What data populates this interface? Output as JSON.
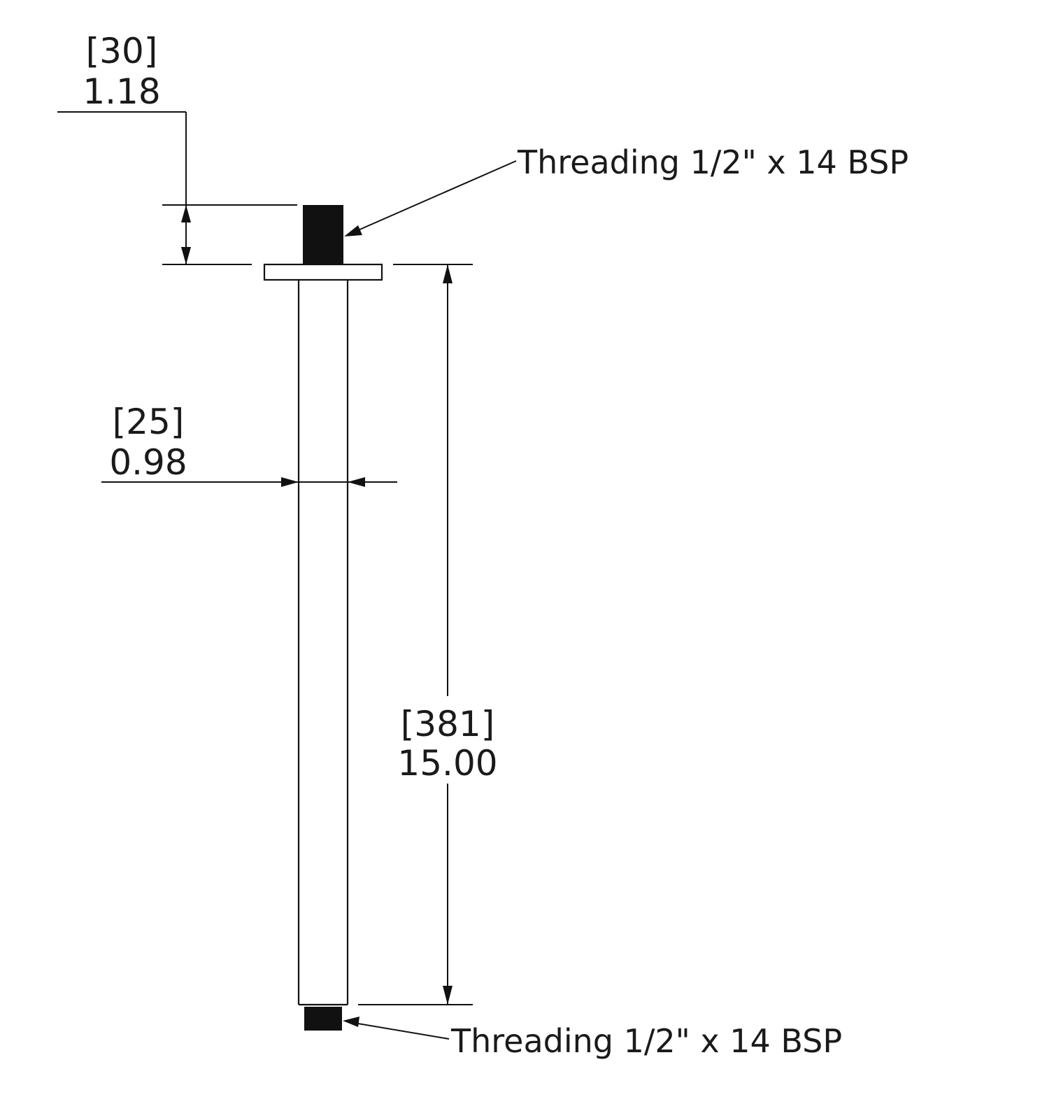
{
  "dimensions": {
    "top_thread_length": {
      "metric": "[30]",
      "imperial": "1.18"
    },
    "pipe_diameter": {
      "metric": "[25]",
      "imperial": "0.98"
    },
    "pipe_length": {
      "metric": "[381]",
      "imperial": "15.00"
    }
  },
  "callouts": {
    "top_threading": "Threading 1/2\" x 14 BSP",
    "bottom_threading": "Threading 1/2\" x 14 BSP"
  },
  "colors": {
    "line": "#111111",
    "background": "#ffffff"
  }
}
